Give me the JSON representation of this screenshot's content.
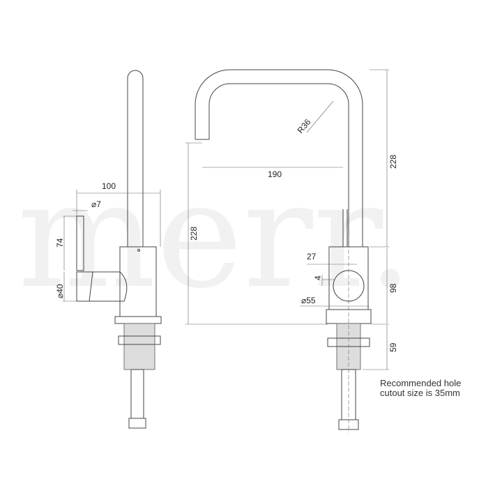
{
  "watermark": "merr.",
  "dimensions": {
    "width_total": "100",
    "handle_diameter": "7",
    "handle_length": "74",
    "body_diameter_side": "40",
    "height_left": "228",
    "spout_reach": "190",
    "spout_radius": "R36",
    "height_right": "228",
    "body_height": "98",
    "lever_offset": "27",
    "lever_small": "4",
    "base_diameter": "55",
    "shank_length": "59"
  },
  "note": {
    "line1": "Recommended hole",
    "line2": "cutout size is 35mm"
  }
}
